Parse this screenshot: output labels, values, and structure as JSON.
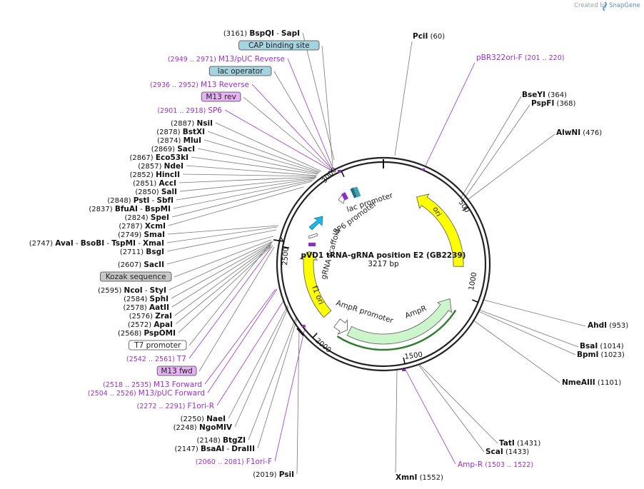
{
  "credit": {
    "prefix": "Created by",
    "brand": "SnapGene"
  },
  "map": {
    "name": "pVD1 tRNA-gRNA position E2 (GB2239)",
    "size_label": "3217 bp"
  },
  "ticks": [
    "500",
    "1000",
    "1500",
    "2000",
    "2500",
    "3000"
  ],
  "features": {
    "ori": "ori",
    "lac_promoter": "lac promoter",
    "sp6_promoter": "SP6 promoter",
    "grna_scaffold": "gRNA scaffold",
    "f1_ori": "f1 ori",
    "ampr_promoter": "AmpR promoter",
    "ampr": "AmpR"
  },
  "left_labels": [
    {
      "kind": "enzyme",
      "pos": "(3161)",
      "name": "BspQI",
      "extra": "SapI"
    },
    {
      "kind": "feature",
      "name": "CAP binding site",
      "color": "#a6d3e0"
    },
    {
      "kind": "primer",
      "pos": "(2949 .. 2971)",
      "name": "M13/pUC Reverse"
    },
    {
      "kind": "feature",
      "name": "lac operator",
      "color": "#a6d3e0"
    },
    {
      "kind": "primer",
      "pos": "(2936 .. 2952)",
      "name": "M13 Reverse"
    },
    {
      "kind": "feature",
      "name": "M13 rev",
      "color": "#e5b3f4"
    },
    {
      "kind": "primer",
      "pos": "(2901 .. 2918)",
      "name": "SP6"
    },
    {
      "kind": "enzyme",
      "pos": "(2887)",
      "name": "NsiI"
    },
    {
      "kind": "enzyme",
      "pos": "(2878)",
      "name": "BstXI"
    },
    {
      "kind": "enzyme",
      "pos": "(2874)",
      "name": "MluI"
    },
    {
      "kind": "enzyme",
      "pos": "(2869)",
      "name": "SacI"
    },
    {
      "kind": "enzyme",
      "pos": "(2867)",
      "name": "Eco53kI"
    },
    {
      "kind": "enzyme",
      "pos": "(2857)",
      "name": "NdeI"
    },
    {
      "kind": "enzyme",
      "pos": "(2852)",
      "name": "HincII"
    },
    {
      "kind": "enzyme",
      "pos": "(2851)",
      "name": "AccI"
    },
    {
      "kind": "enzyme",
      "pos": "(2850)",
      "name": "SalI"
    },
    {
      "kind": "enzyme",
      "pos": "(2848)",
      "name": "PstI",
      "extra": "SbfI"
    },
    {
      "kind": "enzyme",
      "pos": "(2837)",
      "name": "BfuAI",
      "extra": "BspMI"
    },
    {
      "kind": "enzyme",
      "pos": "(2824)",
      "name": "SpeI"
    },
    {
      "kind": "enzyme",
      "pos": "(2787)",
      "name": "XcmI"
    },
    {
      "kind": "enzyme",
      "pos": "(2749)",
      "name": "SmaI"
    },
    {
      "kind": "enzyme",
      "pos": "(2747)",
      "name": "AvaI",
      "extra": "BsoBI",
      "extra2": "TspMI",
      "extra3": "XmaI"
    },
    {
      "kind": "enzyme",
      "pos": "(2711)",
      "name": "BsgI"
    },
    {
      "kind": "enzyme",
      "pos": "(2607)",
      "name": "SacII"
    },
    {
      "kind": "feature",
      "name": "Kozak sequence",
      "color": "#c8c8c8"
    },
    {
      "kind": "enzyme",
      "pos": "(2595)",
      "name": "NcoI",
      "extra": "StyI"
    },
    {
      "kind": "enzyme",
      "pos": "(2584)",
      "name": "SphI"
    },
    {
      "kind": "enzyme",
      "pos": "(2578)",
      "name": "AatII"
    },
    {
      "kind": "enzyme",
      "pos": "(2576)",
      "name": "ZraI"
    },
    {
      "kind": "enzyme",
      "pos": "(2572)",
      "name": "ApaI"
    },
    {
      "kind": "enzyme",
      "pos": "(2568)",
      "name": "PspOMI"
    },
    {
      "kind": "feature",
      "name": "T7 promoter",
      "color": "#ffffff"
    },
    {
      "kind": "primer",
      "pos": "(2542 .. 2561)",
      "name": "T7"
    },
    {
      "kind": "feature",
      "name": "M13 fwd",
      "color": "#e5b3f4"
    },
    {
      "kind": "primer",
      "pos": "(2518 .. 2535)",
      "name": "M13 Forward"
    },
    {
      "kind": "primer",
      "pos": "(2504 .. 2526)",
      "name": "M13/pUC Forward"
    },
    {
      "kind": "primer",
      "pos": "(2272 .. 2291)",
      "name": "F1ori-R"
    },
    {
      "kind": "enzyme",
      "pos": "(2250)",
      "name": "NaeI"
    },
    {
      "kind": "enzyme",
      "pos": "(2248)",
      "name": "NgoMIV"
    },
    {
      "kind": "enzyme",
      "pos": "(2148)",
      "name": "BtgZI"
    },
    {
      "kind": "enzyme",
      "pos": "(2147)",
      "name": "BsaAI",
      "extra": "DraIII"
    },
    {
      "kind": "primer",
      "pos": "(2060 .. 2081)",
      "name": "F1ori-F"
    },
    {
      "kind": "enzyme",
      "pos": "(2019)",
      "name": "PsiI"
    }
  ],
  "right_labels": [
    {
      "kind": "enzyme",
      "name": "PciI",
      "pos": "(60)"
    },
    {
      "kind": "primer",
      "name": "pBR322ori-F",
      "pos": "(201 .. 220)"
    },
    {
      "kind": "enzyme",
      "name": "BseYI",
      "pos": "(364)"
    },
    {
      "kind": "enzyme",
      "name": "PspFI",
      "pos": "(368)"
    },
    {
      "kind": "enzyme",
      "name": "AlwNI",
      "pos": "(476)"
    },
    {
      "kind": "enzyme",
      "name": "AhdI",
      "pos": "(953)"
    },
    {
      "kind": "enzyme",
      "name": "BsaI",
      "pos": "(1014)"
    },
    {
      "kind": "enzyme",
      "name": "BpmI",
      "pos": "(1023)"
    },
    {
      "kind": "enzyme",
      "name": "NmeAIII",
      "pos": "(1101)"
    },
    {
      "kind": "enzyme",
      "name": "TatI",
      "pos": "(1431)"
    },
    {
      "kind": "enzyme",
      "name": "ScaI",
      "pos": "(1433)"
    },
    {
      "kind": "primer",
      "name": "Amp-R",
      "pos": "(1503 .. 1522)"
    },
    {
      "kind": "enzyme",
      "name": "XmnI",
      "pos": "(1552)"
    }
  ]
}
